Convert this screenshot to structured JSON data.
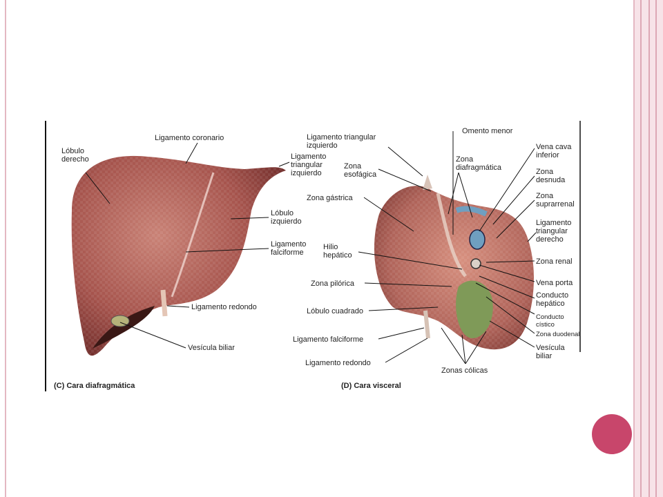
{
  "colors": {
    "frame": "#e4b7c2",
    "accent": "#c8466b",
    "liver": "#a6544d",
    "liver_light": "#c98276",
    "gallbladder": "#7f9a58",
    "vessel": "#6f9fc0"
  },
  "figure": {
    "panel_c": {
      "caption": "(C) Cara diafragmática",
      "labels": {
        "lobulo_derecho": "Lóbulo\nderecho",
        "ligamento_coronario": "Ligamento coronario",
        "ligamento_triangular_izquierdo": "Ligamento\ntriangular\nizquierdo",
        "lobulo_izquierdo": "Lóbulo\nizquierdo",
        "ligamento_falciforme": "Ligamento\nfalciforme",
        "ligamento_redondo": "Ligamento redondo",
        "vesicula_biliar": "Vesícula biliar"
      }
    },
    "panel_d": {
      "caption": "(D) Cara visceral",
      "labels": {
        "ligamento_triangular_izquierdo": "Ligamento triangular\nizquierdo",
        "zona_esofagica": "Zona\nesofágica",
        "zona_gastrica": "Zona gástrica",
        "hilio_hepatico": "Hilio\nhepático",
        "zona_pilorica": "Zona pilórica",
        "lobulo_cuadrado": "Lóbulo cuadrado",
        "ligamento_falciforme": "Ligamento falciforme",
        "ligamento_redondo": "Ligamento redondo",
        "omento_menor": "Omento menor",
        "zona_diafragmatica": "Zona\ndiafragmática",
        "vena_cava_inferior": "Vena cava\ninferior",
        "zona_desnuda": "Zona\ndesnuda",
        "zona_suprarrenal": "Zona\nsuprarrenal",
        "ligamento_triangular_derecho": "Ligamento\ntriangular\nderecho",
        "zona_renal": "Zona renal",
        "vena_porta": "Vena porta",
        "conducto_hepatico": "Conducto\nhepático",
        "conducto_cistico": "Conducto cístico",
        "zona_duodenal": "Zona duodenal",
        "vesicula_biliar": "Vesícula\nbiliar",
        "zonas_colicas": "Zonas cólicas"
      }
    }
  }
}
